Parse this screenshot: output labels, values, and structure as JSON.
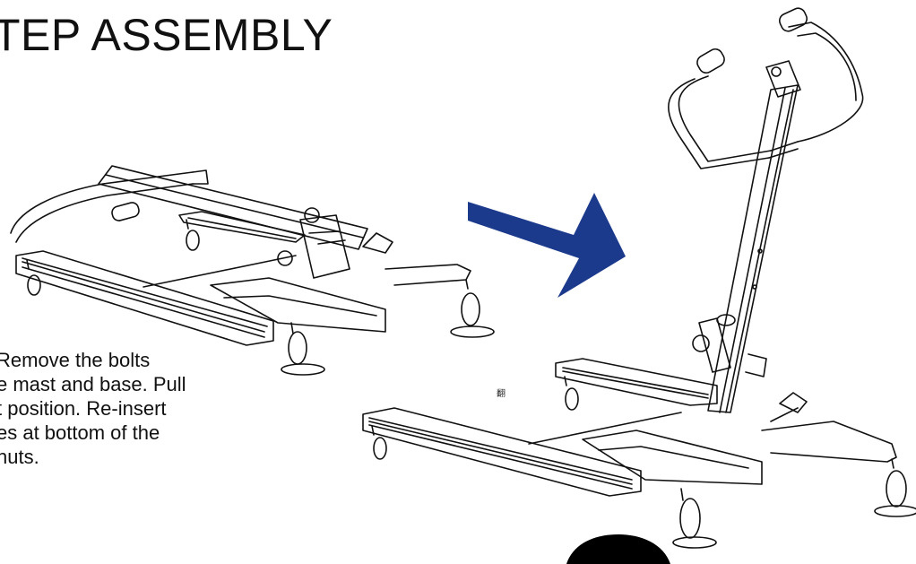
{
  "title": "TEP ASSEMBLY",
  "instructions": [
    "Remove the bolts",
    "e mast and base. Pull",
    "t position. Re-insert",
    "es at bottom of the",
    "nuts."
  ],
  "stray_glyph": "翻",
  "colors": {
    "arrow": "#1c3a8c",
    "ink": "#111111",
    "background": "#ffffff"
  },
  "icons": [
    "lift-folded-illustration",
    "direction-arrow-icon",
    "lift-assembled-illustration"
  ]
}
